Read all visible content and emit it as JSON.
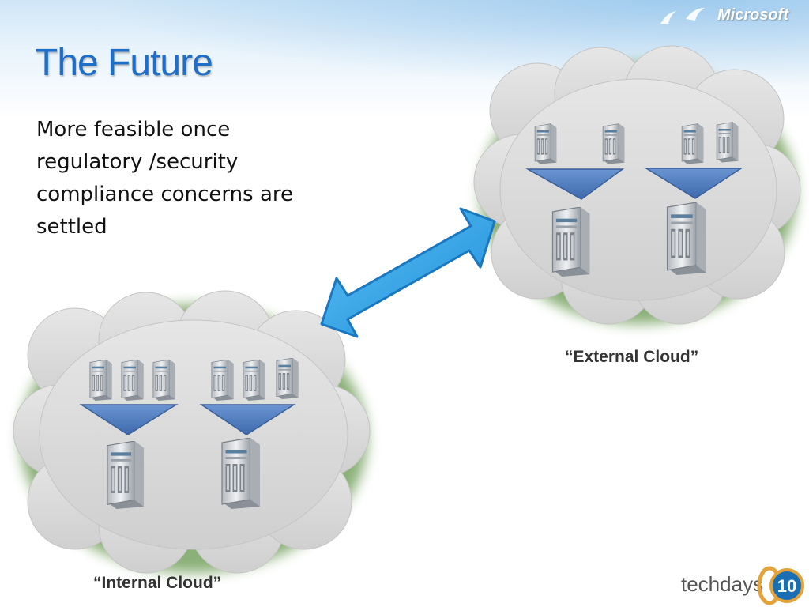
{
  "slide": {
    "title": "The Future",
    "body": "More feasible once regulatory /security compliance concerns are settled",
    "external_label": "“External Cloud”",
    "internal_label": "“Internal Cloud”"
  },
  "branding": {
    "microsoft": "Microsoft",
    "event": "techdays",
    "badge_number": "10"
  },
  "icons": [
    "cloud-icon",
    "server-icon",
    "funnel-arrow-icon",
    "double-arrow-icon",
    "bird-icon"
  ],
  "colors": {
    "title": "#1f6fc8",
    "arrow": "#2aa0e6",
    "funnel": "#4f7fc0",
    "cloud_fill": "#d9d9d9",
    "cloud_glow": "#7fa86a"
  }
}
